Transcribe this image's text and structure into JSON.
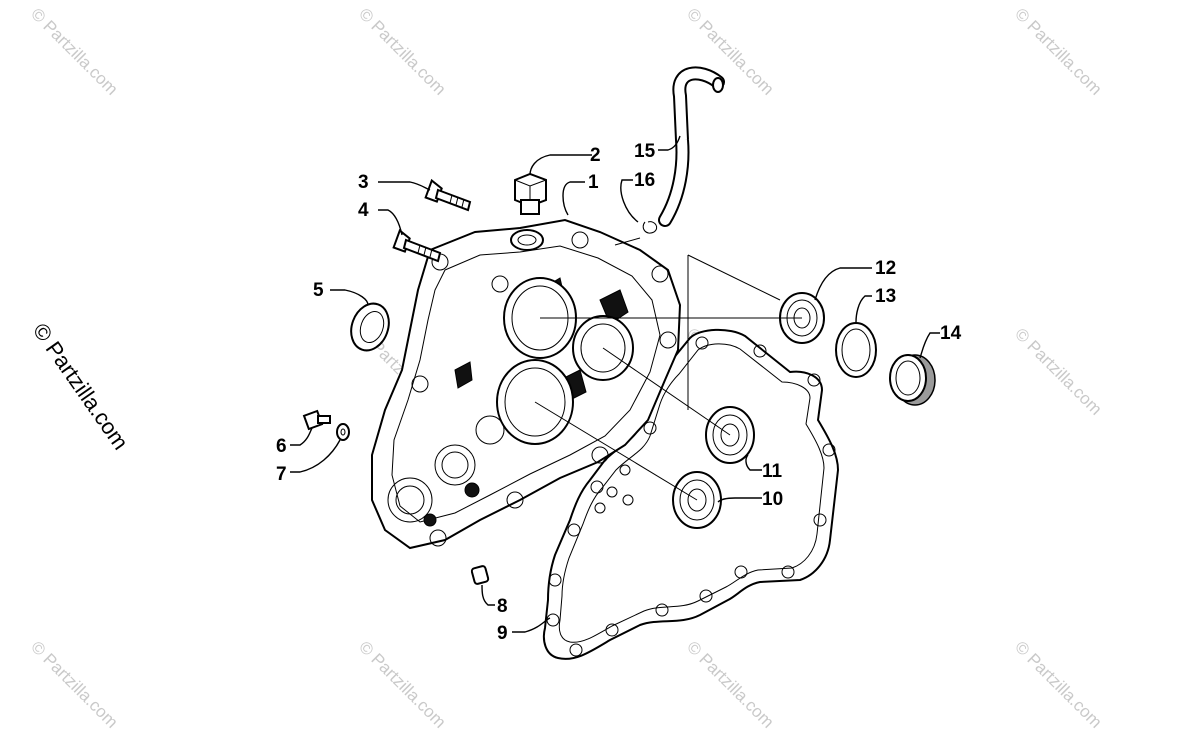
{
  "watermark": {
    "tile_text": "© Partzilla.com",
    "side_text": "© Partzilla.com"
  },
  "callouts": [
    {
      "id": "1",
      "label": "1"
    },
    {
      "id": "2",
      "label": "2"
    },
    {
      "id": "3",
      "label": "3"
    },
    {
      "id": "4",
      "label": "4"
    },
    {
      "id": "5",
      "label": "5"
    },
    {
      "id": "6",
      "label": "6"
    },
    {
      "id": "7",
      "label": "7"
    },
    {
      "id": "8",
      "label": "8"
    },
    {
      "id": "9",
      "label": "9"
    },
    {
      "id": "10",
      "label": "10"
    },
    {
      "id": "11",
      "label": "11"
    },
    {
      "id": "12",
      "label": "12"
    },
    {
      "id": "13",
      "label": "13"
    },
    {
      "id": "14",
      "label": "14"
    },
    {
      "id": "15",
      "label": "15"
    },
    {
      "id": "16",
      "label": "16"
    }
  ]
}
